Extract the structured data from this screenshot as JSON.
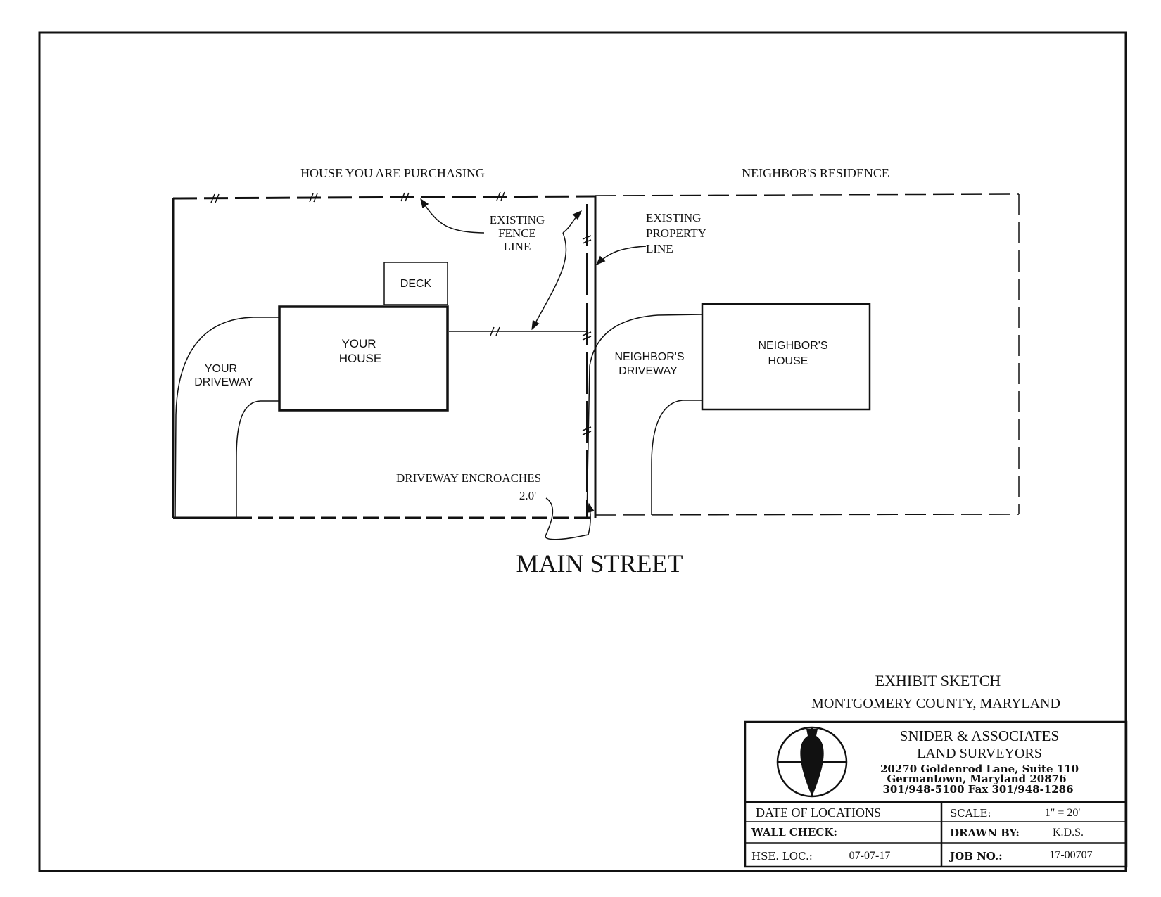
{
  "labels": {
    "house_purchasing": "HOUSE YOU ARE PURCHASING",
    "neighbor_residence": "NEIGHBOR'S RESIDENCE",
    "fence_line": [
      "EXISTING",
      "FENCE",
      "LINE"
    ],
    "property_line": [
      "EXISTING",
      "PROPERTY",
      "LINE"
    ],
    "deck": "DECK",
    "your_house": [
      "YOUR",
      "HOUSE"
    ],
    "your_driveway": [
      "YOUR",
      "DRIVEWAY"
    ],
    "neighbor_driveway": [
      "NEIGHBOR'S",
      "DRIVEWAY"
    ],
    "neighbor_house": [
      "NEIGHBOR'S",
      "HOUSE"
    ],
    "encroach": [
      "DRIVEWAY ENCROACHES",
      "2.0'"
    ],
    "street": "MAIN  STREET"
  },
  "title": {
    "line1": "EXHIBIT  SKETCH",
    "line2": "MONTGOMERY  COUNTY,  MARYLAND"
  },
  "firm": {
    "name": "SNIDER & ASSOCIATES",
    "type": "LAND  SURVEYORS",
    "address1": "20270 Goldenrod Lane, Suite 110",
    "address2": "Germantown, Maryland 20876",
    "phone": "301/948-5100   Fax 301/948-1286"
  },
  "titleblock": {
    "date_of_locations": "DATE  OF  LOCATIONS",
    "scale_label": "SCALE:",
    "scale_value": "1\"  =  20'",
    "wall_check_label": "WALL  CHECK:",
    "drawn_by_label": "DRAWN  BY:",
    "drawn_by_value": "K.D.S.",
    "hse_loc_label": "HSE.  LOC.:",
    "hse_loc_value": "07-07-17",
    "job_no_label": "JOB  NO.:",
    "job_no_value": "17-00707"
  }
}
